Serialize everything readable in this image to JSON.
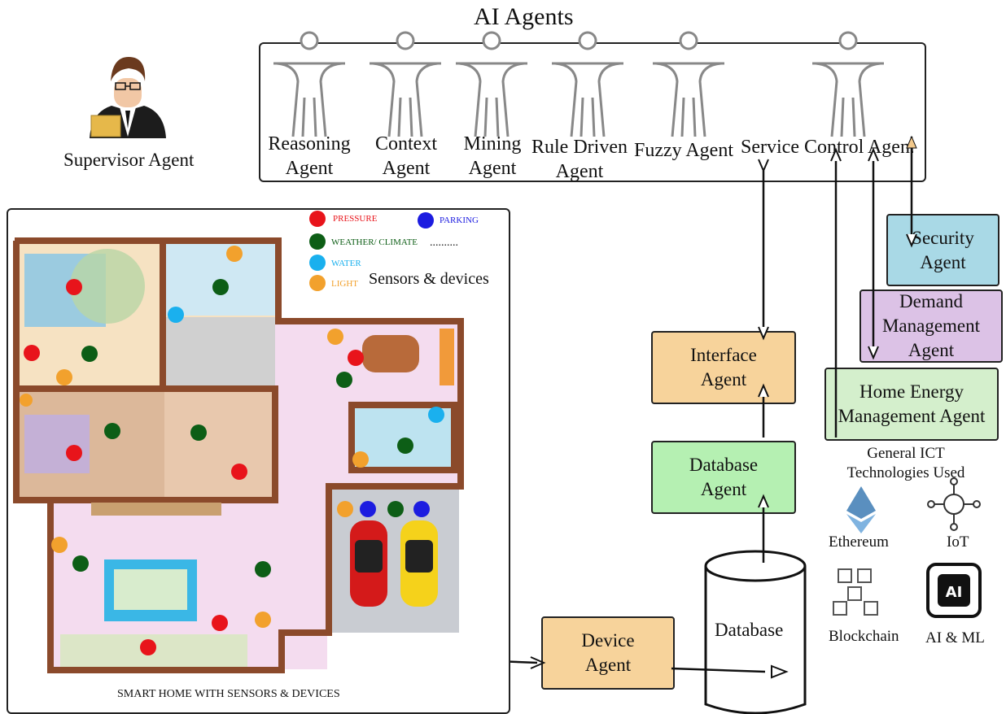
{
  "title": "AI Agents",
  "supervisor": {
    "label": "Supervisor Agent"
  },
  "ai_agents": [
    {
      "line1": "Reasoning",
      "line2": "Agent"
    },
    {
      "line1": "Context",
      "line2": "Agent"
    },
    {
      "line1": "Mining",
      "line2": "Agent"
    },
    {
      "line1": "Rule Driven",
      "line2": "Agent"
    },
    {
      "line1": "Fuzzy Agent",
      "line2": ""
    },
    {
      "line1": "Service Control Agent",
      "line2": ""
    }
  ],
  "boxes": {
    "security": "Security\nAgent",
    "demand": "Demand\nManagement\nAgent",
    "energy": "Home Energy\nManagement Agent",
    "interface": "Interface\nAgent",
    "database_agent": "Database\nAgent",
    "device": "Device\nAgent",
    "database": "Database"
  },
  "tech": {
    "heading": "General ICT\nTechnologies Used",
    "items": [
      "Ethereum",
      "IoT",
      "Blockchain",
      "AI & ML"
    ]
  },
  "home": {
    "caption": "SMART HOME WITH SENSORS & DEVICES",
    "legend": [
      {
        "label": "PRESSURE",
        "color": "#e8141b"
      },
      {
        "label": "PARKING",
        "color": "#1c1ce0"
      },
      {
        "label": "WEATHER/ CLIMATE",
        "color": "#0d5e16"
      },
      {
        "label": "WATER",
        "color": "#1ab0ee"
      },
      {
        "label": "LIGHT",
        "color": "#f2a12d"
      }
    ],
    "legend_more": "..........",
    "legend_title": "Sensors & devices"
  },
  "colors": {
    "interface": "#f7d39b",
    "database_agent": "#b5f0b2",
    "device": "#f7d39b",
    "security": "#a9d9e6",
    "demand": "#dcc2e6",
    "energy": "#d4efcc",
    "wall": "#8b4a2b"
  }
}
